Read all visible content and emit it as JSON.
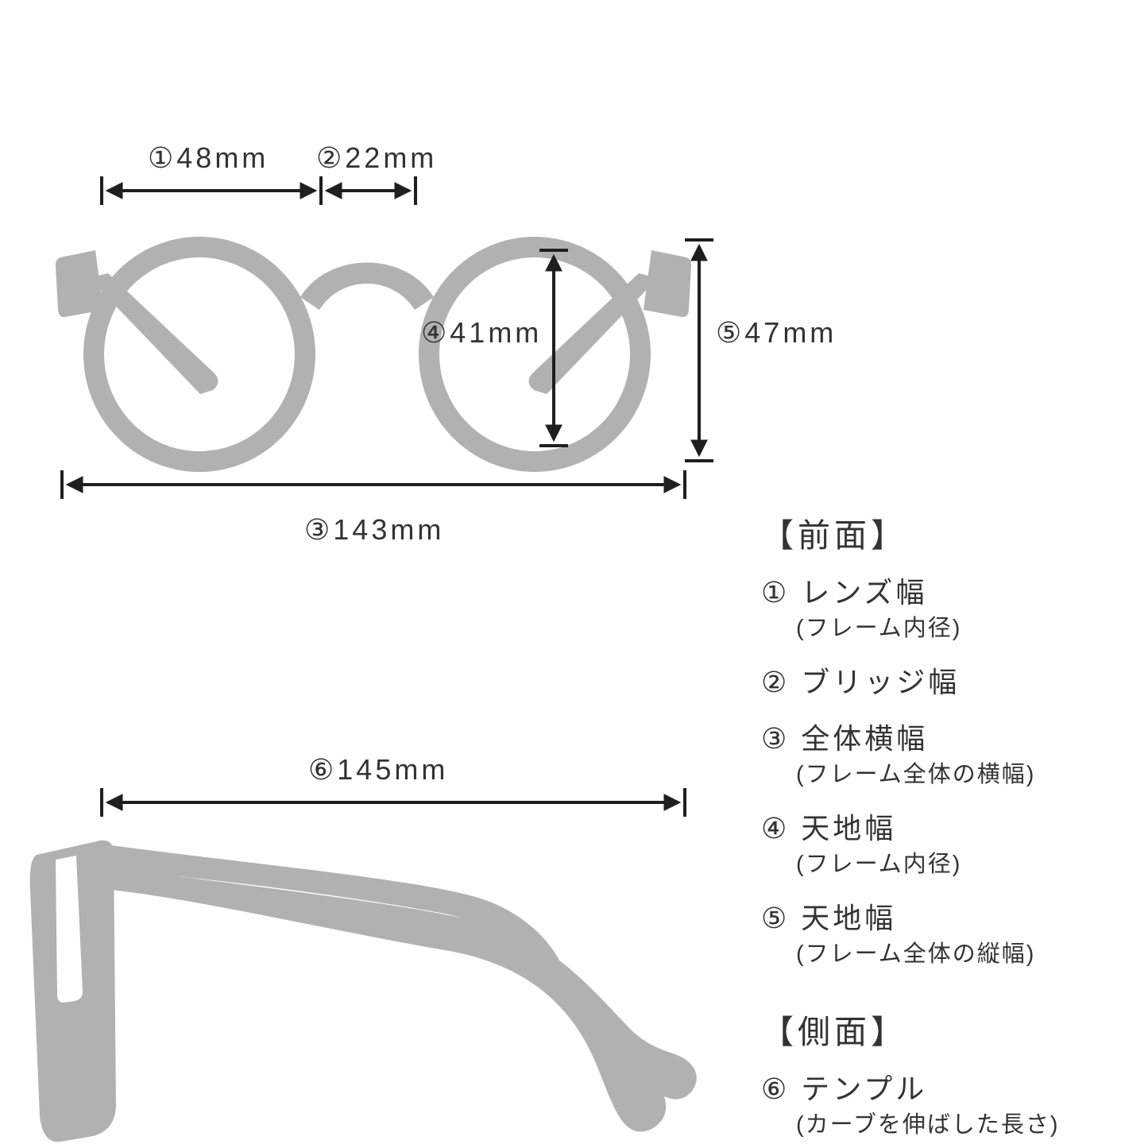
{
  "title": "glasses-size-diagram",
  "colors": {
    "background": "#ffffff",
    "silhouette": "#b1b1b1",
    "dimension_lines": "#1f1f1f",
    "text": "#333333"
  },
  "front_view": {
    "dim1_label": "①48mm",
    "dim2_label": "②22mm",
    "dim3_label": "③143mm",
    "dim4_label": "④41mm",
    "dim5_label": "⑤47mm"
  },
  "side_view": {
    "dim6_label": "⑥145mm"
  },
  "legend": {
    "front_heading": "【前面】",
    "front_items": [
      {
        "label": "① レンズ幅",
        "note": "(フレーム内径)"
      },
      {
        "label": "② ブリッジ幅",
        "note": ""
      },
      {
        "label": "③ 全体横幅",
        "note": "(フレーム全体の横幅)"
      },
      {
        "label": "④ 天地幅",
        "note": "(フレーム内径)"
      },
      {
        "label": "⑤ 天地幅",
        "note": "(フレーム全体の縦幅)"
      }
    ],
    "side_heading": "【側面】",
    "side_items": [
      {
        "label": "⑥ テンプル",
        "note": "(カーブを伸ばした長さ)"
      }
    ]
  }
}
